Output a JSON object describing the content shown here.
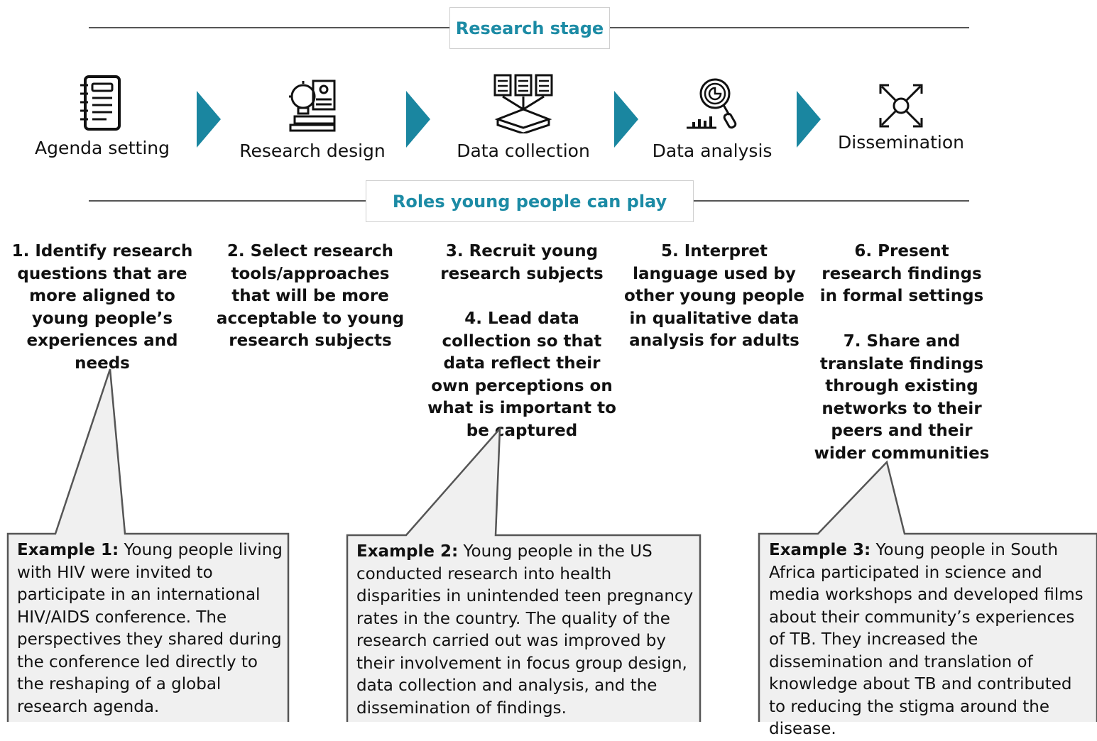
{
  "header": {
    "stage_title": "Research stage",
    "roles_title": "Roles young people can play"
  },
  "stages": [
    {
      "label": "Agenda setting",
      "icon": "notebook-icon"
    },
    {
      "label": "Research design",
      "icon": "lightbulb-design-icon"
    },
    {
      "label": "Data collection",
      "icon": "documents-box-icon"
    },
    {
      "label": "Data analysis",
      "icon": "magnifier-chart-icon"
    },
    {
      "label": "Dissemination",
      "icon": "expand-arrows-icon"
    }
  ],
  "roles": [
    "1. Identify research questions that are more aligned to young people’s experiences and needs",
    "2. Select research tools/approaches that will be more acceptable to young research subjects",
    "3. Recruit young research subjects",
    "4. Lead data collection so that data reflect their own perceptions on what is important to be captured",
    "5. Interpret language used by other young people in qualitative data analysis for adults",
    "6. Present research findings in formal settings",
    "7. Share and translate findings through existing networks to their peers and their wider communities"
  ],
  "examples": [
    {
      "label": "Example 1:",
      "text": "Young people living with HIV were invited to participate in an international HIV/AIDS conference. The perspectives they shared during the conference led directly to the reshaping of a global research agenda."
    },
    {
      "label": "Example 2:",
      "text": "Young people in the US conducted research into health disparities in unintended teen pregnancy rates in the country. The quality of the research carried out was improved by their involvement in focus group design, data collection and analysis, and the dissemination of findings."
    },
    {
      "label": "Example 3:",
      "text": "Young people in South Africa participated in science and media workshops and developed films about their community’s experiences of TB. They increased the dissemination and translation of knowledge about TB and contributed to reducing the stigma around the disease."
    }
  ],
  "colors": {
    "accent": "#1a86a0",
    "callout_fill": "#f0f0f0",
    "callout_stroke": "#555555"
  }
}
